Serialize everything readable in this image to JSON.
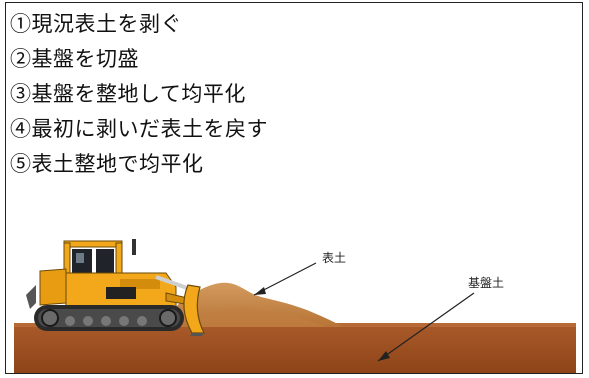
{
  "steps": [
    "①現況表土を剥ぐ",
    "②基盤を切盛",
    "③基盤を整地して均平化",
    "④最初に剥いだ表土を戻す",
    "⑤表土整地で均平化"
  ],
  "labels": {
    "topsoil": "表土",
    "base_soil": "基盤土"
  },
  "colors": {
    "ground": "#a4572a",
    "topsoil_pile": "#c9894e",
    "machine": "#f0a818"
  }
}
